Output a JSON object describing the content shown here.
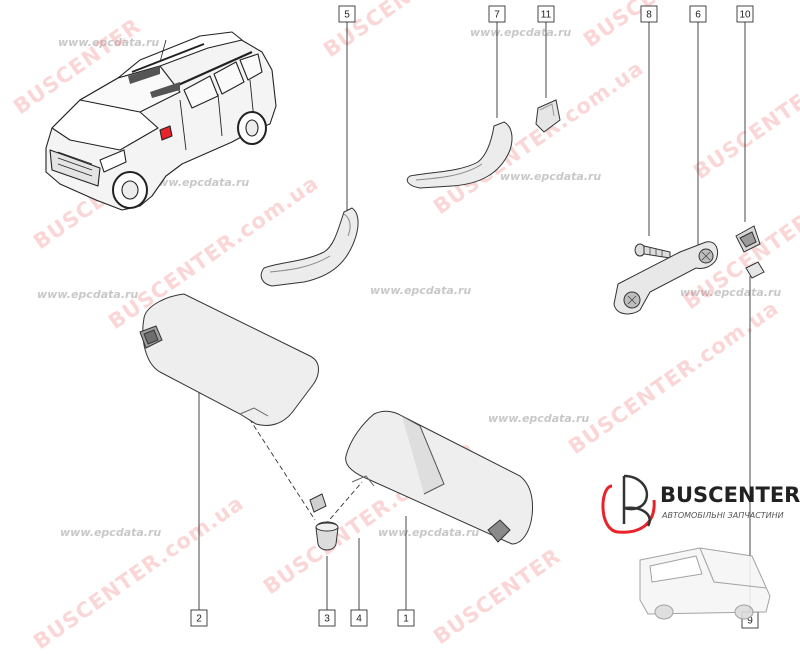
{
  "callouts": [
    {
      "id": "callout-5",
      "label": "5"
    },
    {
      "id": "callout-7",
      "label": "7"
    },
    {
      "id": "callout-11",
      "label": "11"
    },
    {
      "id": "callout-8",
      "label": "8"
    },
    {
      "id": "callout-6",
      "label": "6"
    },
    {
      "id": "callout-10",
      "label": "10"
    },
    {
      "id": "callout-2",
      "label": "2"
    },
    {
      "id": "callout-3",
      "label": "3"
    },
    {
      "id": "callout-4",
      "label": "4"
    },
    {
      "id": "callout-1",
      "label": "1"
    },
    {
      "id": "callout-9",
      "label": "9"
    }
  ],
  "watermarks": {
    "brand": "BUSCENTER",
    "brand_site": "BUSCENTER.com.ua",
    "site": "www.epcdata.ru"
  },
  "logo": {
    "name": "BUSCENTER",
    "subtitle": "АВТОМОБІЛЬНІ ЗАПЧАСТИНИ",
    "accent_color": "#e8242a"
  },
  "colors": {
    "line": "#333333",
    "part_fill": "#ebebeb",
    "part_shade": "#c8c8c8",
    "watermark_red": "#f26b6b"
  }
}
